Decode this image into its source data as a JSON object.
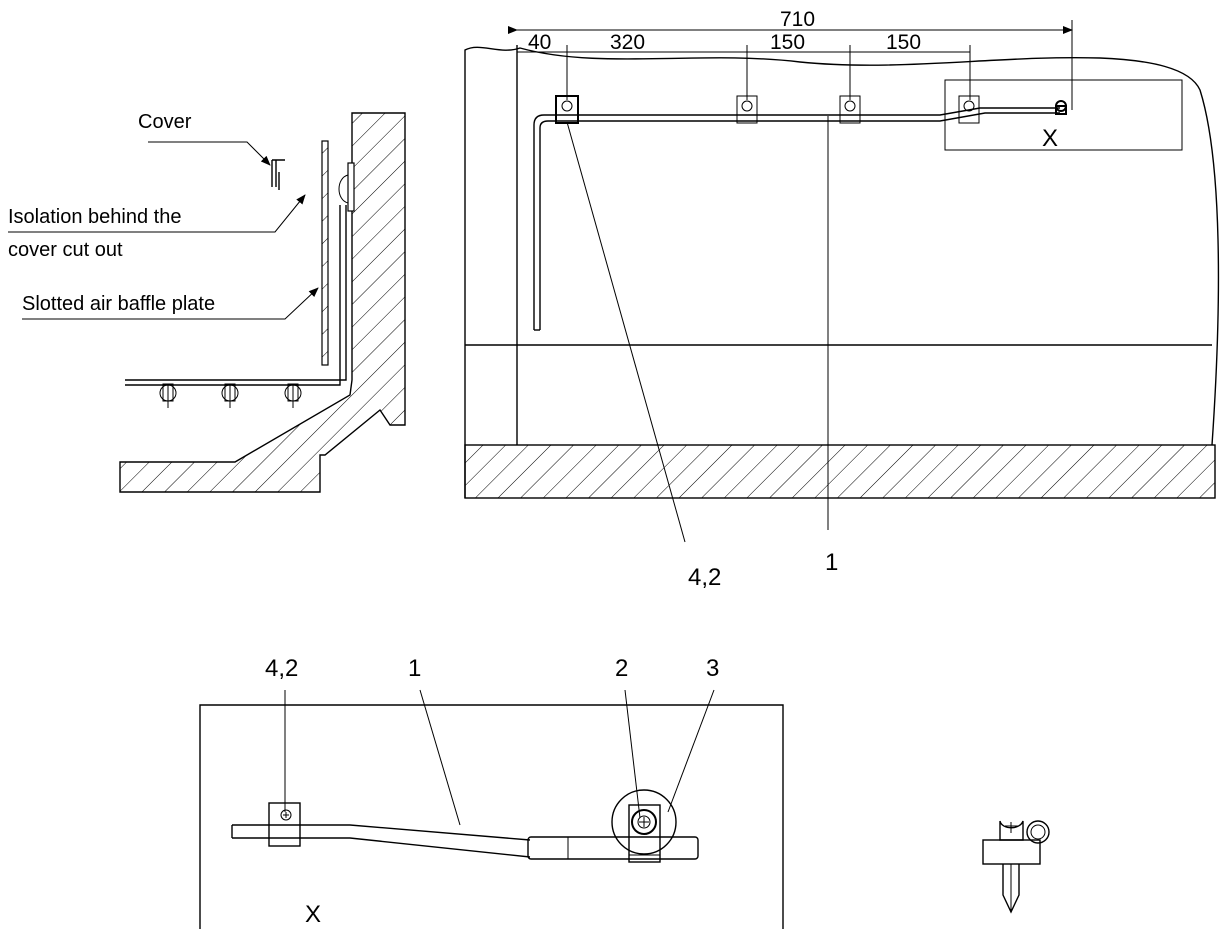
{
  "section_view": {
    "labels": {
      "cover": "Cover",
      "isolation_line1": "Isolation behind the",
      "isolation_line2": "cover cut out",
      "slotted_plate": "Slotted air baffle plate"
    }
  },
  "front_view": {
    "dimensions": {
      "overall": "710",
      "d1": "40",
      "d2": "320",
      "d3": "150",
      "d4": "150"
    },
    "detail_marker": "X",
    "callouts": {
      "clips": "4,2",
      "pipe": "1"
    }
  },
  "detail_view": {
    "title": "X",
    "callouts": {
      "clip": "4,2",
      "pipe": "1",
      "screw": "2",
      "washer": "3"
    }
  }
}
